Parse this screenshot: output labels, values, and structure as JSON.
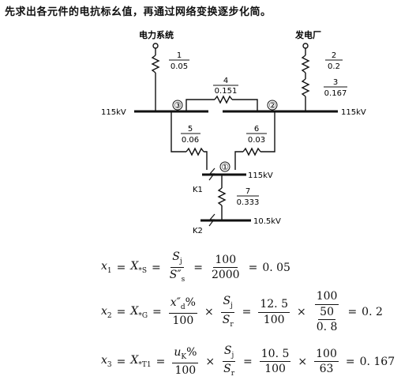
{
  "intro": "先求出各元件的电抗标幺值，再通过网络变换逐步化简。",
  "diagram": {
    "power_system_label": "电力系统",
    "plant_label": "发电厂",
    "elements": [
      {
        "id": "1",
        "value": "0.05"
      },
      {
        "id": "2",
        "value": "0.2"
      },
      {
        "id": "3",
        "value": "0.167"
      },
      {
        "id": "4",
        "value": "0.151"
      },
      {
        "id": "5",
        "value": "0.06"
      },
      {
        "id": "6",
        "value": "0.03"
      },
      {
        "id": "7",
        "value": "0.333"
      }
    ],
    "nodes": [
      "③",
      "②",
      "①"
    ],
    "voltages": {
      "bus_left": "115kV",
      "bus_right": "115kV",
      "bus_1": "115kV",
      "bus_low": "10.5kV"
    },
    "faults": [
      "K1",
      "K2"
    ]
  },
  "equations": {
    "eq1": {
      "lhs": "x",
      "lhs_sub": "1",
      "X": "X",
      "X_sub": "*S",
      "f1_num": "S",
      "f1_num_sub": "j",
      "f1_den": "S″",
      "f1_den_sub": "s",
      "f2_num": "100",
      "f2_den": "2000",
      "result": "0. 05"
    },
    "eq2": {
      "lhs": "x",
      "lhs_sub": "2",
      "X": "X",
      "X_sub": "*G",
      "f1_num": "x″",
      "f1_num_sub": "d",
      "f1_num_suffix": "%",
      "f1_den": "100",
      "f2_num": "S",
      "f2_num_sub": "j",
      "f2_den": "S",
      "f2_den_sub": "r",
      "f3_num": "12. 5",
      "f3_den": "100",
      "f4_num": "100",
      "f4_inner_num": "50",
      "f4_inner_den": "0. 8",
      "result": "0. 2"
    },
    "eq3": {
      "lhs": "x",
      "lhs_sub": "3",
      "X": "X",
      "X_sub": "*T1",
      "f1_num": "u",
      "f1_num_sub": "K",
      "f1_num_suffix": "%",
      "f1_den": "100",
      "f2_num": "S",
      "f2_num_sub": "j",
      "f2_den": "S",
      "f2_den_sub": "r",
      "f3_num": "10. 5",
      "f3_den": "100",
      "f4_num": "100",
      "f4_den": "63",
      "result": "0. 167"
    },
    "eq_sign": "=",
    "times_sign": "×"
  }
}
